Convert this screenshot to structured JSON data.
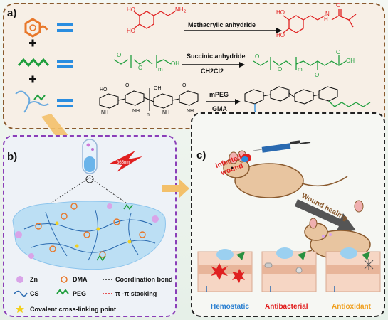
{
  "panel_a": {
    "label": "a)",
    "reagent_1": "Methacrylic anhydride",
    "reagent_2": "Succinic anhydride",
    "solvent_2": "CH2Cl2",
    "reagent_3a": "mPEG",
    "reagent_3b": "GMA",
    "sub_m": "m",
    "sub_n": "n"
  },
  "panel_b": {
    "label": "b)",
    "legend": {
      "zn": "Zn",
      "dma": "DMA",
      "coord": "Coordination bond",
      "cs": "CS",
      "peg": "PEG",
      "pipi": "π -π stacking",
      "covalent": "Covalent cross-linking point"
    }
  },
  "panel_c": {
    "label": "c)",
    "infected": "Infected",
    "wound": "wound",
    "healing": "Wound healing",
    "hemostatic": "Hemostatic",
    "antibacterial": "Antibacterial",
    "antioxidant": "Antioxidant"
  },
  "colors": {
    "orange": "#e8772a",
    "green": "#1e9e3c",
    "blue": "#2a8de0",
    "red": "#e02020",
    "purple": "#8a3fb8",
    "brown": "#8a5a2e",
    "hemostatic": "#2a7fd0",
    "antibacterial": "#e01818",
    "antioxidant": "#f0a020"
  }
}
